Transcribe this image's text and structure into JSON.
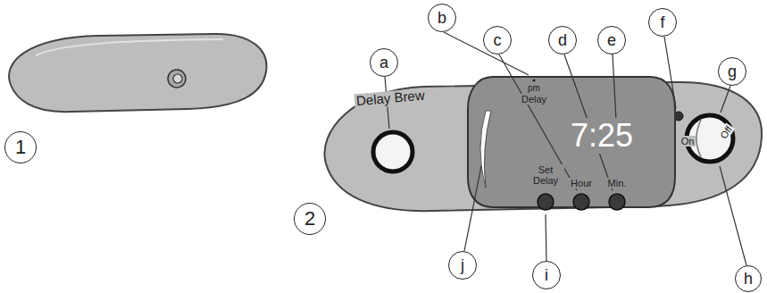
{
  "diagram": {
    "nodes": [
      {
        "text": [
          "Delay Brew",
          "On",
          "Off"
        ]
      },
      {
        "text": [
          "pm",
          "Delay",
          "7:25",
          "Set Delay",
          "Hour",
          "Min."
        ],
        "in": 0
      }
    ],
    "labels": [
      "1",
      "2",
      "a",
      "b",
      "c",
      "d",
      "e",
      "f",
      "g",
      "h",
      "i",
      "j"
    ]
  }
}
